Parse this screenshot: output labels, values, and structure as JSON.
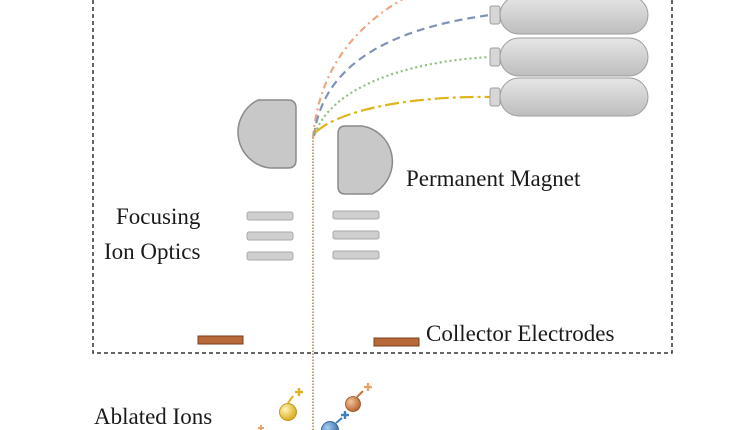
{
  "labels": {
    "permanent_magnet": "Permanent Magnet",
    "focusing_line1": "Focusing",
    "focusing_line2": "Ion Optics",
    "collector_electrodes": "Collector Electrodes",
    "ablated_ions": "Ablated Ions"
  },
  "colors": {
    "chamber_border": "#333333",
    "detector_cup": "#d2d2d2",
    "magnet": "#c8c8c8",
    "optics_plate": "#cfcfcf",
    "electrode": "#b8693a",
    "ion_beam": "#c9a27a",
    "trajectory_orange": "#e8a882",
    "trajectory_blue": "#7f93b4",
    "trajectory_green": "#8fbf7f",
    "trajectory_yellow": "#e0b41c",
    "ion_yellow": "#e0b41c",
    "ion_brown": "#c9743a",
    "ion_blue": "#3f7fc2",
    "plus_sign": "#e8a36a"
  },
  "icons": [
    "ion-plus-icon"
  ]
}
